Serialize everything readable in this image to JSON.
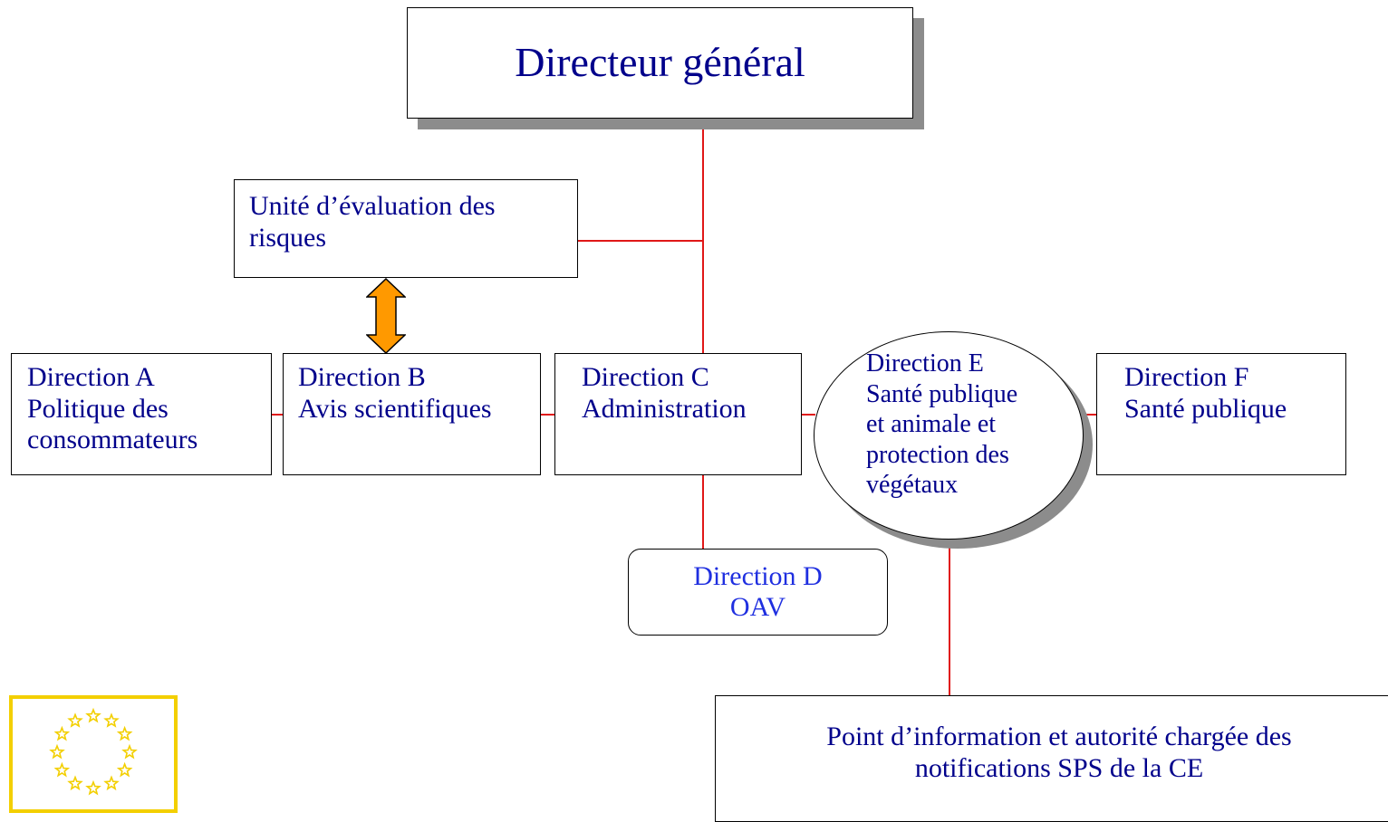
{
  "director_general": "Directeur général",
  "risk_unit": "Unité d’évaluation des\nrisques",
  "direction_a": "Direction A\nPolitique des\nconsommateurs",
  "direction_b": "Direction B\nAvis scientifiques",
  "direction_c": "Direction C\nAdministration",
  "direction_d": "Direction D\nOAV",
  "direction_e": "Direction E\nSanté publique\net animale et\nprotection des\nvégétaux",
  "direction_f": "Direction F\nSanté publique",
  "sps_point": "Point d’information et autorité chargée des\nnotifications SPS de la CE",
  "colors": {
    "text": "#00008b",
    "connector": "#e01818",
    "arrow": "#ff9900",
    "shadow": "#8c8c8c",
    "flag_star": "#f3cf00"
  },
  "icons": {
    "double_arrow": "double-headed-arrow-icon",
    "eu_flag": "eu-flag-icon"
  }
}
